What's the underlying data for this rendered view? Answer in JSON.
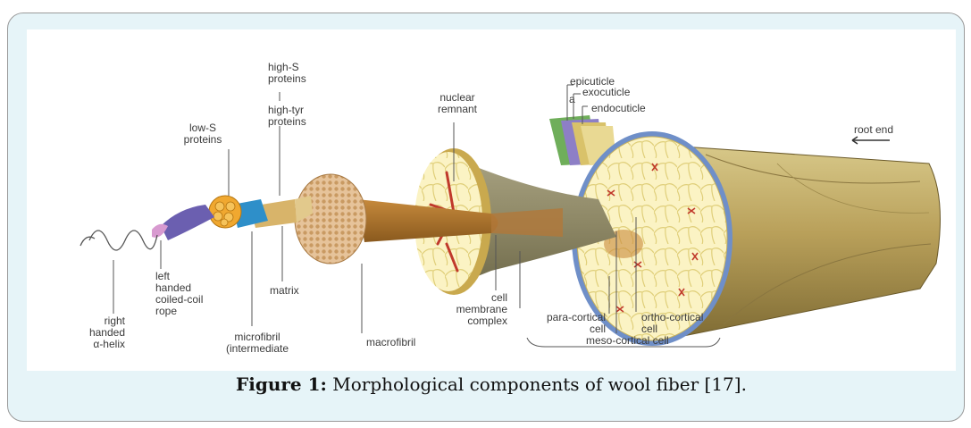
{
  "figure": {
    "labels": {
      "right_handed_helix": "right\nhanded\nα-helix",
      "left_handed_rope": "left\nhanded\ncoiled-coil\nrope",
      "low_s_proteins": "low-S\nproteins",
      "microfibril": "microfibril\n(intermediate",
      "high_s_proteins": "high-S\nproteins",
      "high_tyr_proteins": "high-tyr\nproteins",
      "matrix": "matrix",
      "macrofibril": "macrofibril",
      "nuclear_remnant": "nuclear\nremnant",
      "cell_membrane_complex": "cell\nmembrane\ncomplex",
      "para_cortical_cell": "para-cortical\ncell",
      "meso_cortical_cell": "meso-cortical cell",
      "ortho_cortical_cell": "ortho-cortical\ncell",
      "epicuticle": "epicuticle",
      "a_layer": "a",
      "exocuticle": "exocuticle",
      "endocuticle": "endocuticle",
      "root_end": "root end"
    },
    "colors": {
      "frame_bg": "#e6f4f8",
      "fiber_shaft": "#b49a55",
      "cortex_fill": "#fbf3c4",
      "nucleus_red": "#c0392b",
      "rope_purple": "#6b5fb0",
      "microfibril_orange": "#f0a830",
      "matrix_blue": "#2e8fc9"
    }
  },
  "caption": {
    "label": "Figure 1:",
    "text": " Morphological components of wool fiber [17]."
  }
}
